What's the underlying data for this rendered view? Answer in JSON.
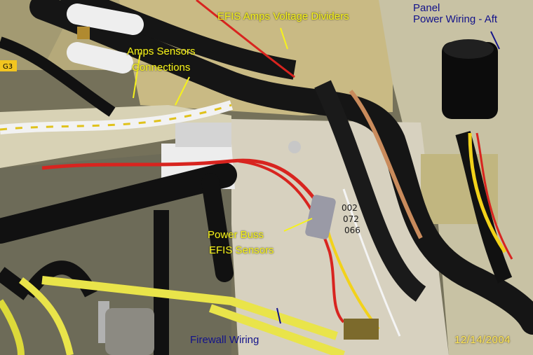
{
  "annotations": {
    "efis_amps": "EFIS Amps Voltage Dividers",
    "panel_line1": "Panel",
    "panel_line2": "Power Wiring - Aft",
    "amps_sensors_line1": "Amps Sensors",
    "amps_sensors_line2": "Connections",
    "power_buss_line1": "Power Buss",
    "power_buss_line2": "EFIS Sensors",
    "firewall": "Firewall Wiring"
  },
  "date_stamp": "12/14/2004",
  "component_labels": {
    "sign": "G3",
    "code1": "002",
    "code2": "072",
    "code3": "066"
  },
  "colors": {
    "annotation_yellow": "#f6f21c",
    "annotation_navy": "#12128a",
    "date_stamp": "#ffe85a",
    "wire_red": "#d8241f",
    "wire_yellow": "#f2d21a",
    "fuel_line": "#e9e44a"
  }
}
